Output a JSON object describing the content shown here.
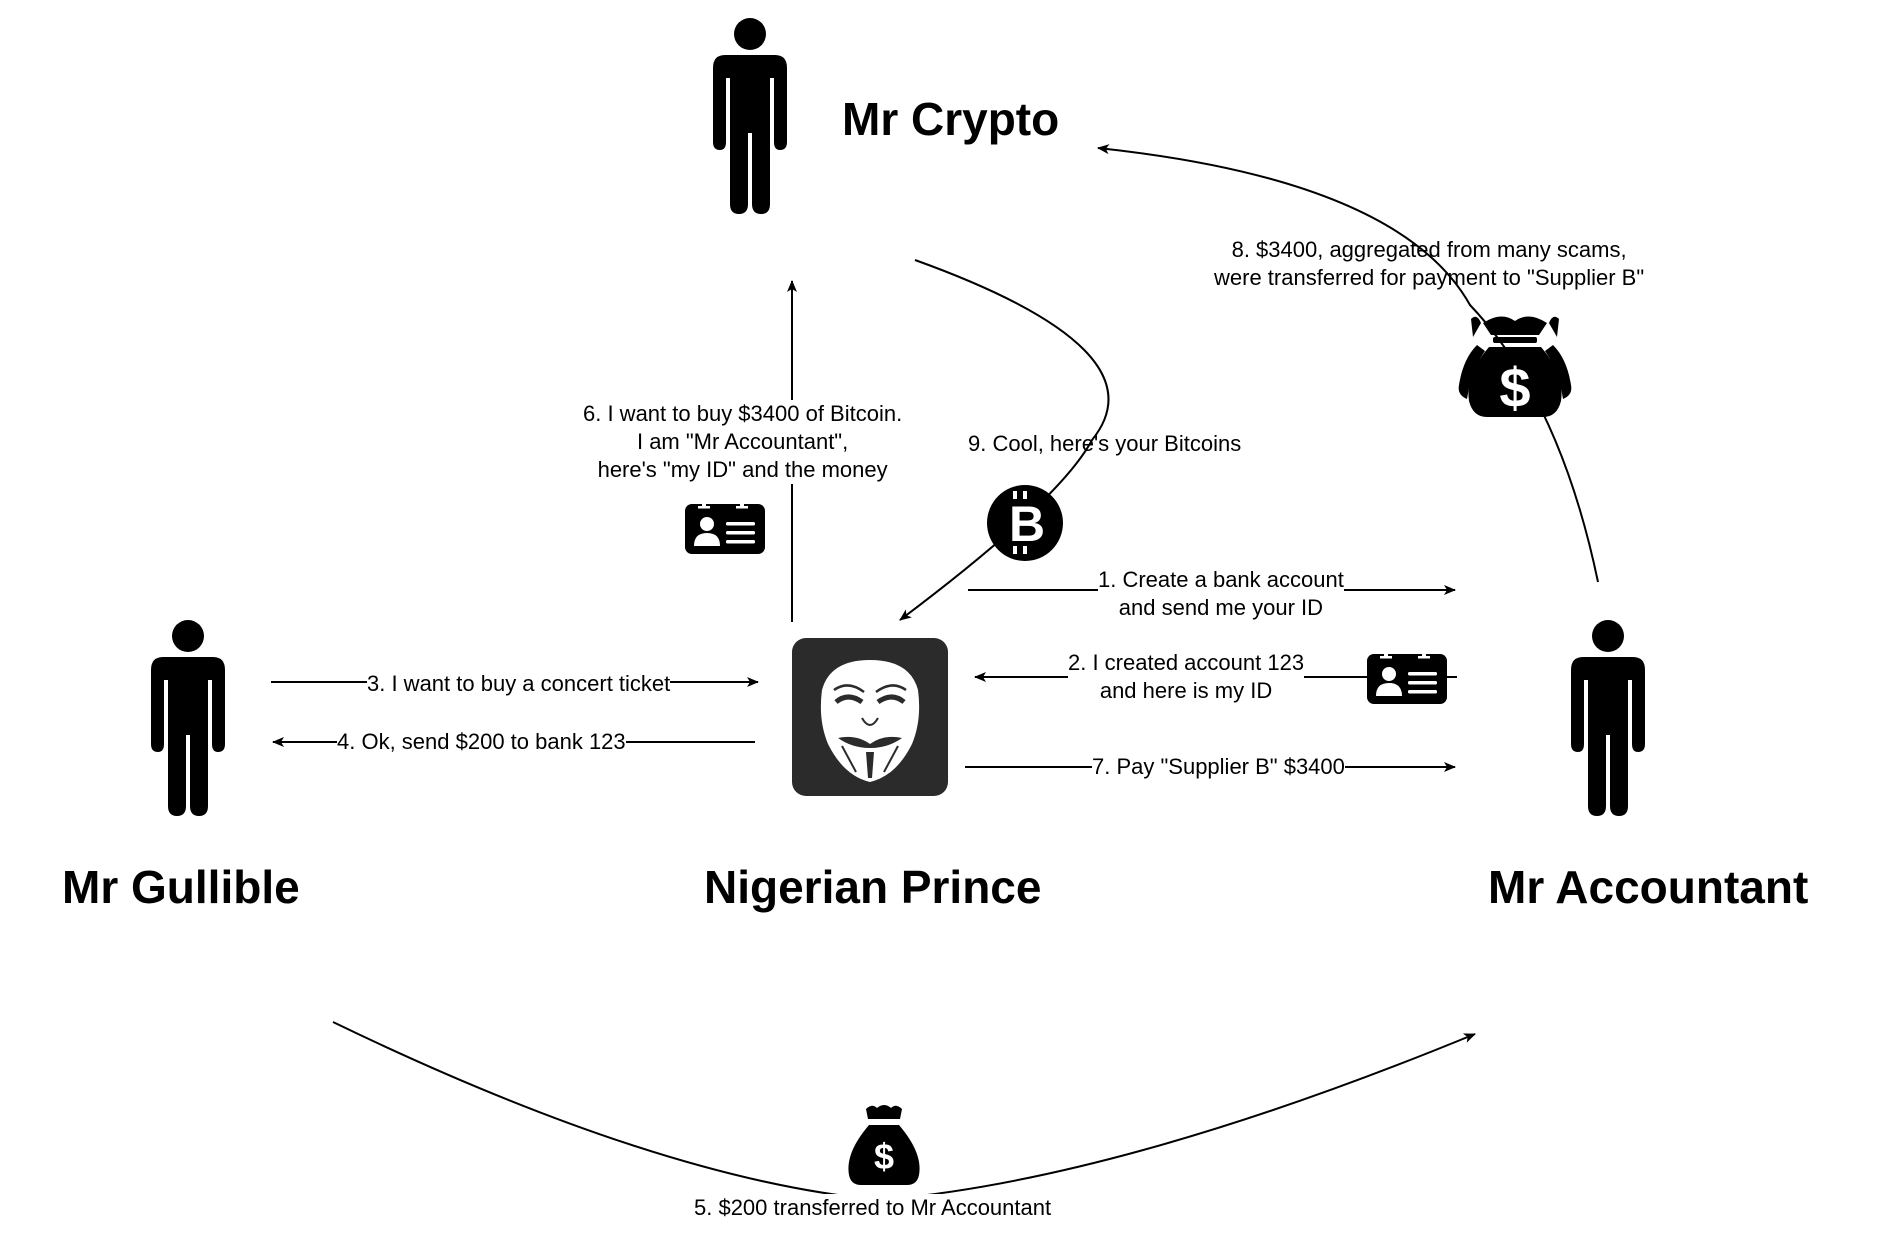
{
  "actors": {
    "crypto": {
      "name": "Mr Crypto"
    },
    "gullible": {
      "name": "Mr Gullible"
    },
    "prince": {
      "name": "Nigerian Prince"
    },
    "accountant": {
      "name": "Mr Accountant"
    }
  },
  "messages": {
    "m1": {
      "lines": [
        "1. Create a bank account",
        "and send me your ID"
      ]
    },
    "m2": {
      "lines": [
        "2. I created account 123",
        "and here is my ID"
      ]
    },
    "m3": {
      "lines": [
        "3. I want to buy a concert ticket"
      ]
    },
    "m4": {
      "lines": [
        "4. Ok, send $200 to bank 123"
      ]
    },
    "m5": {
      "lines": [
        "5. $200 transferred to Mr Accountant"
      ]
    },
    "m6": {
      "lines": [
        "6. I want to buy $3400 of Bitcoin.",
        "I am \"Mr Accountant\",",
        "here's \"my ID\" and the money"
      ]
    },
    "m7": {
      "lines": [
        "7. Pay \"Supplier B\" $3400"
      ]
    },
    "m8": {
      "lines": [
        "8. $3400, aggregated from many scams,",
        "were transferred for payment to \"Supplier B\""
      ]
    },
    "m9": {
      "lines": [
        "9. Cool, here's your Bitcoins"
      ]
    }
  },
  "icons": {
    "person": "person-icon",
    "anonymous_mask": "anonymous-mask-icon",
    "id_card": "id-card-icon",
    "bitcoin": "bitcoin-icon",
    "money_bag": "money-bag-icon"
  },
  "colors": {
    "ink": "#000000",
    "mask_tile": "#2b2b2b",
    "background": "#ffffff"
  }
}
